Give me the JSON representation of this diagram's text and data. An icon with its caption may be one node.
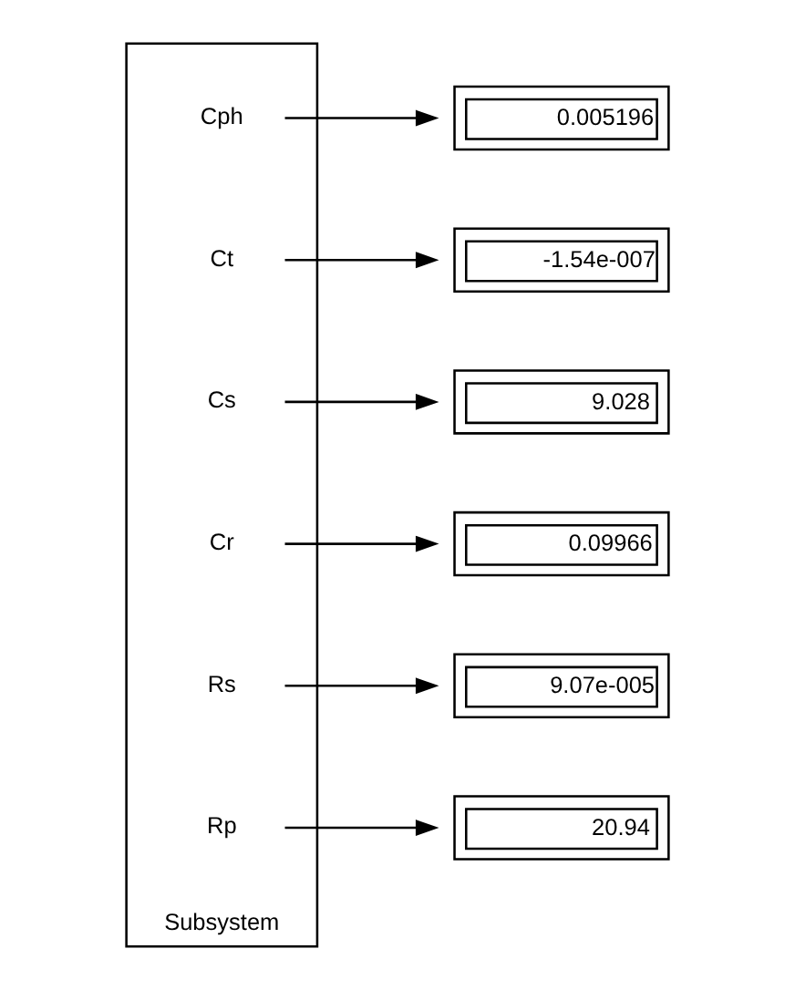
{
  "diagram": {
    "nodes": [
      {
        "text": [],
        "shape": "box",
        "beside": [
          "Subsystem"
        ]
      },
      {
        "text": [
          "Cph"
        ],
        "in": 0
      },
      {
        "text": [
          "Ct"
        ],
        "in": 0
      },
      {
        "text": [
          "Cs"
        ],
        "in": 0
      },
      {
        "text": [
          "Cr"
        ],
        "in": 0
      },
      {
        "text": [
          "Rs"
        ],
        "in": 0
      },
      {
        "text": [
          "Rp"
        ],
        "in": 0
      },
      {
        "text": [
          "0.005196"
        ]
      },
      {
        "text": [
          "-1.54e-007"
        ]
      },
      {
        "text": [
          "9.028"
        ]
      },
      {
        "text": [
          "0.09966"
        ]
      },
      {
        "text": [
          "9.07e-005"
        ]
      },
      {
        "text": [
          "20.94"
        ]
      }
    ],
    "edges": [
      {
        "from": 1,
        "to": 7,
        "arrow": "to"
      },
      {
        "from": 2,
        "to": 8,
        "arrow": "to"
      },
      {
        "from": 3,
        "to": 9,
        "arrow": "to"
      },
      {
        "from": 4,
        "to": 10,
        "arrow": "to"
      },
      {
        "from": 5,
        "to": 11,
        "arrow": "to"
      },
      {
        "from": 6,
        "to": 12,
        "arrow": "to"
      }
    ]
  }
}
